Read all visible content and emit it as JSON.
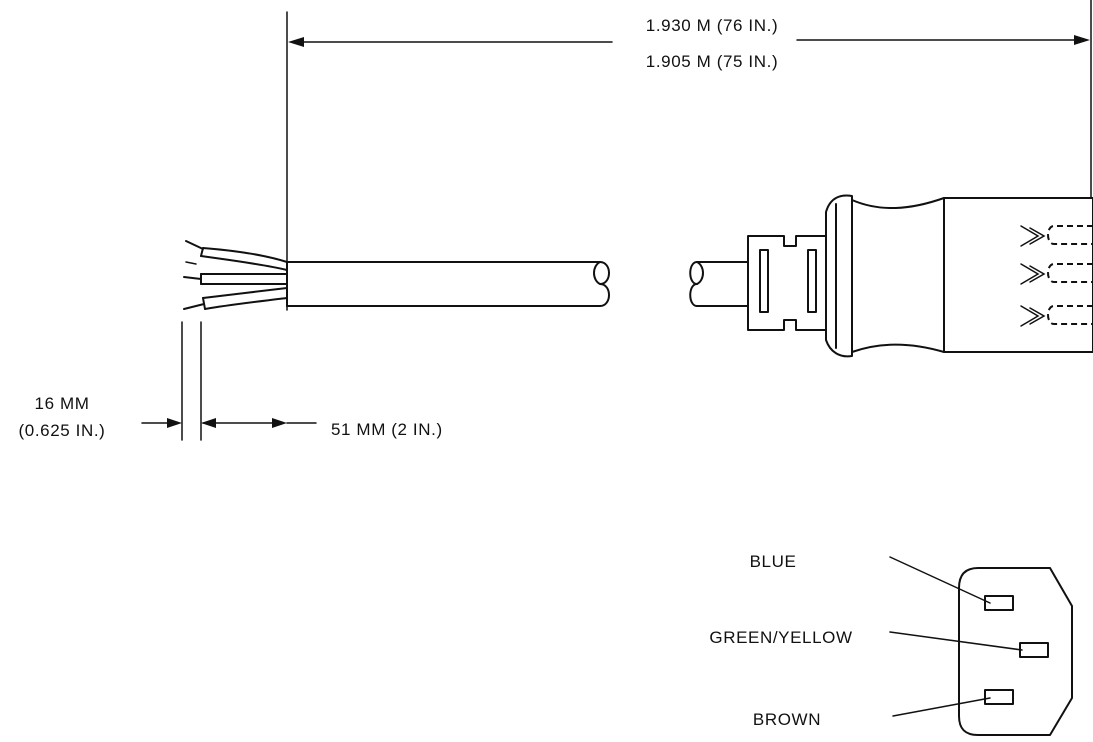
{
  "dimensions": {
    "overall_length_max": "1.930 M (76 IN.)",
    "overall_length_min": "1.905 M (75 IN.)",
    "conductor_strip": {
      "metric": "16 MM",
      "imperial": "(0.625 IN.)"
    },
    "jacket_strip": "51 MM (2 IN.)"
  },
  "wire_labels": {
    "top": "BLUE",
    "middle": "GREEN/YELLOW",
    "bottom": "BROWN"
  }
}
